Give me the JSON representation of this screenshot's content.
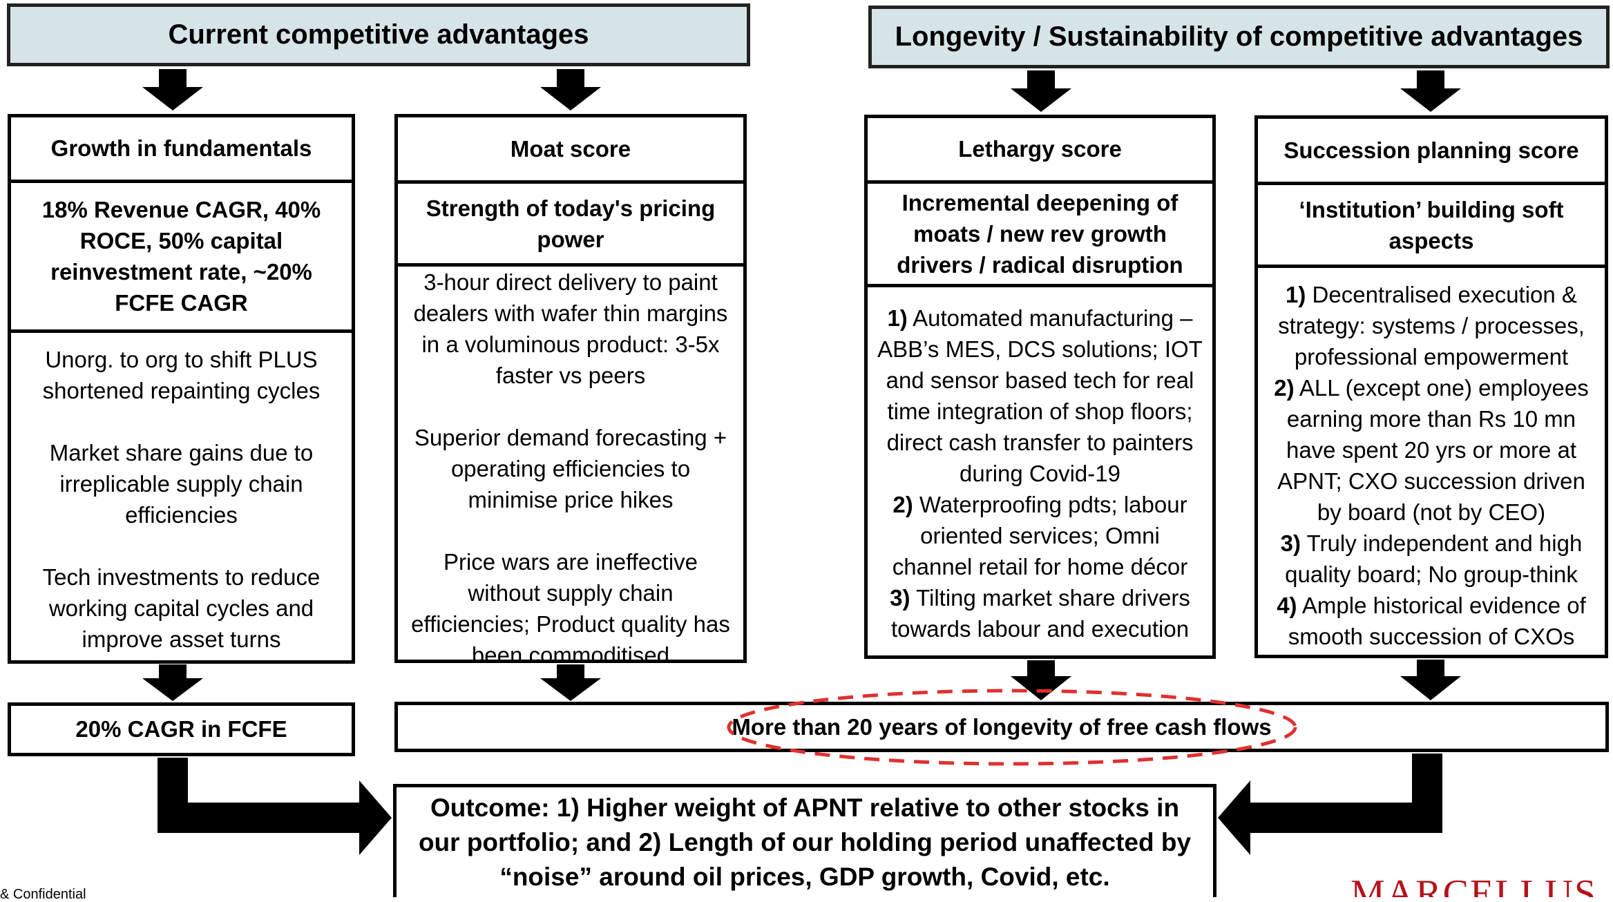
{
  "headers": {
    "left": "Current competitive advantages",
    "right": "Longevity / Sustainability of competitive advantages"
  },
  "columns": {
    "growth": {
      "title": "Growth in fundamentals",
      "subtitle": "18% Revenue CAGR, 40% ROCE, 50% capital reinvestment rate, ~20% FCFE CAGR",
      "points": [
        "Unorg. to org to shift PLUS shortened repainting cycles",
        "Market share gains due to irreplicable supply chain efficiencies",
        "Tech investments to reduce working capital cycles and improve asset turns"
      ]
    },
    "moat": {
      "title": "Moat score",
      "subtitle": "Strength of today's pricing power",
      "points": [
        "3-hour direct delivery to paint dealers with wafer thin margins in a voluminous product: 3-5x faster vs peers",
        "Superior demand forecasting + operating efficiencies to minimise price hikes",
        "Price wars are ineffective without supply chain efficiencies; Product quality has been commoditised"
      ]
    },
    "lethargy": {
      "title": "Lethargy score",
      "subtitle": "Incremental deepening of moats / new rev growth drivers / radical disruption",
      "items": [
        {
          "num": "1)",
          "text": " Automated manufacturing – ABB’s MES, DCS solutions; IOT and sensor based tech for real time integration of shop floors; direct cash transfer to painters during Covid-19"
        },
        {
          "num": "2)",
          "text": " Waterproofing pdts; labour oriented services; Omni channel retail for home décor"
        },
        {
          "num": "3)",
          "text": " Tilting market share drivers towards labour and execution"
        }
      ]
    },
    "succession": {
      "title": "Succession planning score",
      "subtitle": "‘Institution’ building soft aspects",
      "items": [
        {
          "num": "1)",
          "text": " Decentralised execution & strategy: systems / processes, professional empowerment"
        },
        {
          "num": "2)",
          "text": " ALL (except one) employees earning more than Rs 10 mn have spent 20 yrs or more at APNT; CXO succession driven by board (not by CEO)"
        },
        {
          "num": "3)",
          "text": " Truly independent and high quality board; No group-think"
        },
        {
          "num": "4)",
          "text": " Ample historical evidence of smooth succession of CXOs"
        }
      ]
    }
  },
  "results": {
    "fcfe": "20% CAGR in FCFE",
    "longevity": "More than 20 years of longevity of free cash flows"
  },
  "outcome": "Outcome: 1) Higher weight of APNT relative to other stocks in our portfolio; and 2) Length of our holding period unaffected by “noise” around oil prices, GDP growth, Covid, etc.",
  "footer": {
    "confidential": "& Confidential",
    "logo": "MARCELLUS"
  },
  "colors": {
    "header_fill": "#d6e4e8",
    "highlight_ellipse": "#e03030",
    "logo": "#b5121b"
  }
}
